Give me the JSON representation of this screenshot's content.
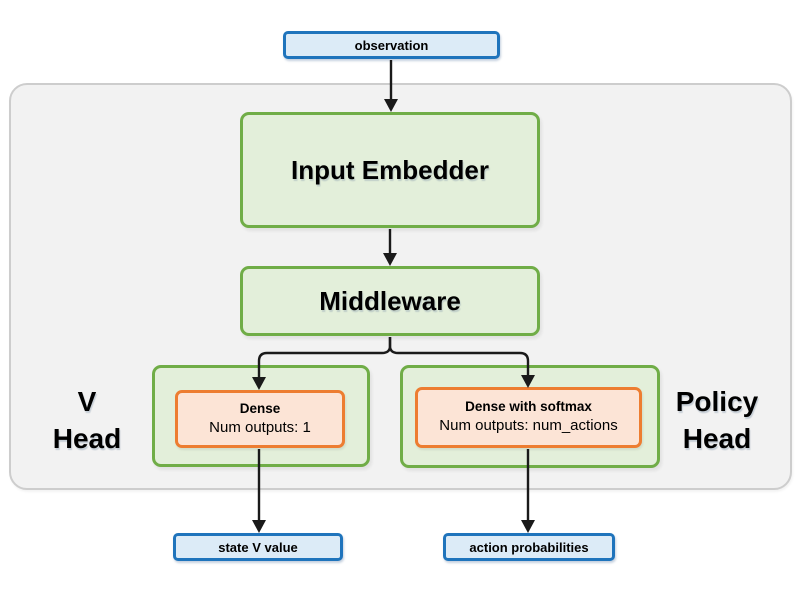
{
  "nodes": {
    "observation": {
      "label": "observation"
    },
    "input_embedder": {
      "label": "Input Embedder"
    },
    "middleware": {
      "label": "Middleware"
    },
    "v_head": {
      "label_line1": "V",
      "label_line2": "Head"
    },
    "v_dense": {
      "title": "Dense",
      "subtitle": "Num outputs: 1"
    },
    "policy_head": {
      "label_line1": "Policy",
      "label_line2": "Head"
    },
    "policy_dense": {
      "title": "Dense with softmax",
      "subtitle": "Num outputs: num_actions"
    },
    "state_value_output": {
      "label": "state V value"
    },
    "action_probabilities_output": {
      "label": "action probabilities"
    }
  },
  "colors": {
    "io_fill": "#dcebf7",
    "io_border": "#1f74bc",
    "block_fill": "#e3efda",
    "block_border": "#70ad47",
    "dense_fill": "#fce4d6",
    "dense_border": "#ed7d31",
    "container_fill": "#f2f2f2",
    "container_border": "#cdcdcd",
    "arrow": "#1a1a1a"
  }
}
